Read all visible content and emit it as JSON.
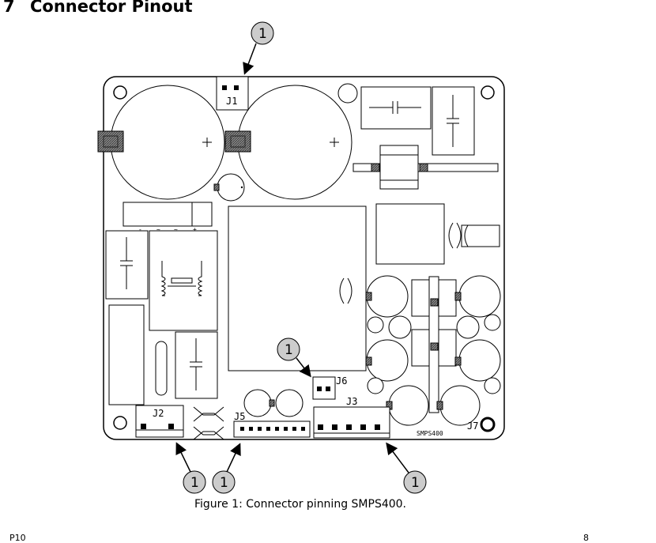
{
  "section": {
    "number": "7",
    "title": "Connector Pinout"
  },
  "figure": {
    "caption": "Figure 1: Connector pinning SMPS400.",
    "board_label": "SMPS400",
    "connectors": {
      "j1": "J1",
      "j2": "J2",
      "j3": "J3",
      "j5": "J5",
      "j6": "J6",
      "j7": "J7"
    },
    "callout": "1",
    "bridge_marks": [
      "-",
      "~",
      "~",
      "+"
    ]
  },
  "footer": {
    "left": "P10",
    "right": "8"
  }
}
